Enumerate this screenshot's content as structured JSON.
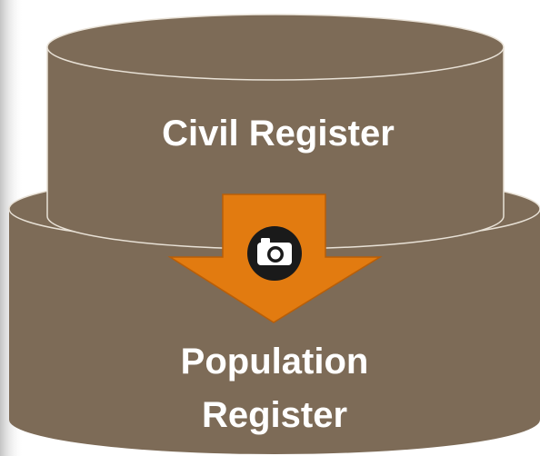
{
  "diagram": {
    "top_cylinder": {
      "label": "Civil Register",
      "fill": "#7D6B57"
    },
    "bottom_cylinder": {
      "label_line1": "Population",
      "label_line2": "Register",
      "fill": "#7D6B57"
    },
    "arrow": {
      "fill": "#E27B10",
      "direction": "down"
    },
    "badge": {
      "icon": "camera-icon",
      "fill": "#1A1A1A"
    },
    "colors": {
      "rim_stroke": "#E8E1D6",
      "text": "#FFFFFF",
      "shadow": "#C8C8C8"
    }
  }
}
